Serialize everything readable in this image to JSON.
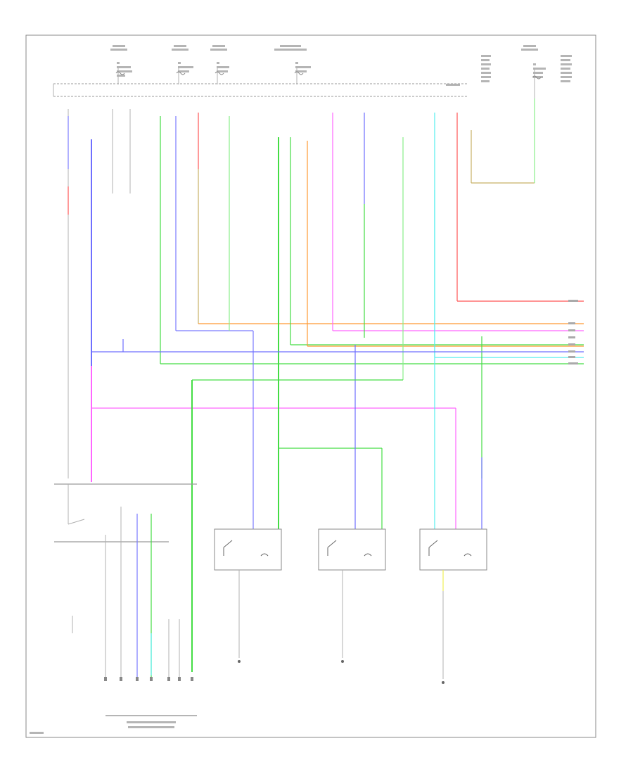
{
  "diagram": {
    "footer_code": "",
    "colors": {
      "blue": "#6f6fff",
      "violet": "#7a7aff",
      "green": "#44dd44",
      "light_green": "#88ee88",
      "red": "#ff5555",
      "pink": "#ff66ff",
      "orange": "#ff9933",
      "olive": "#c8b066",
      "cyan": "#55eeee",
      "yellow": "#eeee55",
      "gray": "#b0b0b0",
      "frame": "#8a8a8a"
    },
    "components": [
      {
        "id": "power-source-1",
        "icon": "fuse-icon"
      },
      {
        "id": "power-source-2",
        "icon": "fuse-icon"
      },
      {
        "id": "power-source-3",
        "icon": "fuse-icon"
      },
      {
        "id": "power-source-4",
        "icon": "fuse-icon"
      },
      {
        "id": "power-source-5",
        "icon": "fuse-icon"
      },
      {
        "id": "relay-1",
        "icon": "relay-icon"
      },
      {
        "id": "relay-2",
        "icon": "relay-icon"
      },
      {
        "id": "relay-3",
        "icon": "relay-icon"
      },
      {
        "id": "control-unit",
        "icon": "connector-icon"
      }
    ]
  }
}
